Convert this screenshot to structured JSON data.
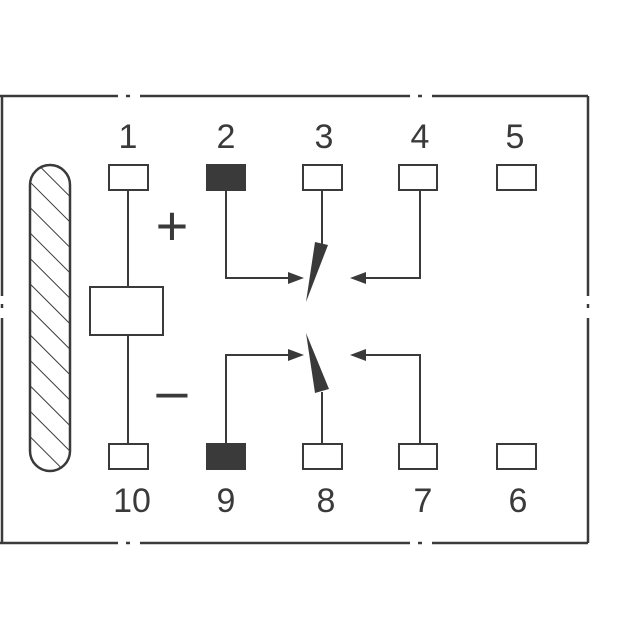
{
  "diagram": {
    "pins": {
      "p1": "1",
      "p2": "2",
      "p3": "3",
      "p4": "4",
      "p5": "5",
      "p10": "10",
      "p9": "9",
      "p8": "8",
      "p7": "7",
      "p6": "6"
    },
    "polarity": {
      "plus": "+",
      "minus": "–"
    },
    "colors": {
      "line": "#3a3a3a",
      "filled_pin": "#3a3a3a",
      "background": "#ffffff"
    }
  }
}
